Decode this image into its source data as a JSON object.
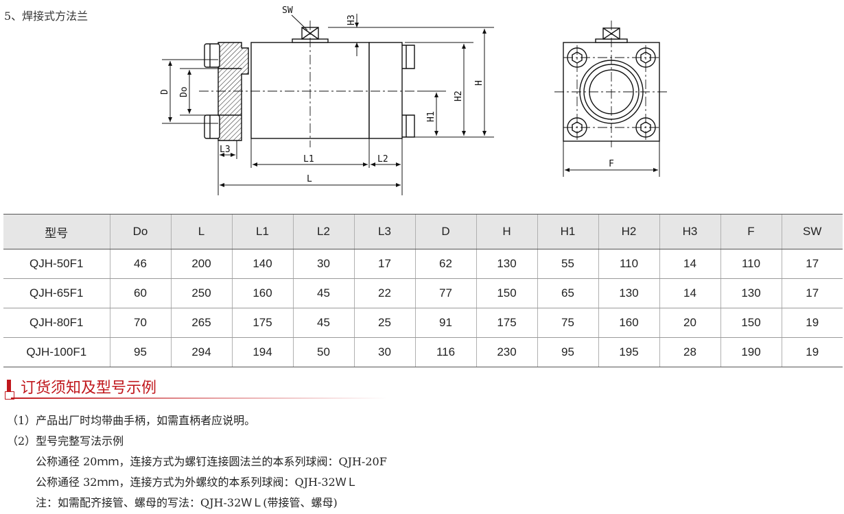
{
  "section_title": "5、焊接式方法兰",
  "drawing_labels": {
    "sw": "SW",
    "h3": "H3",
    "d": "D",
    "do": "Do",
    "h1": "H1",
    "h2": "H2",
    "h": "H",
    "l3": "L3",
    "l1": "L1",
    "l2": "L2",
    "l": "L",
    "f": "F"
  },
  "table": {
    "headers": [
      "型号",
      "Do",
      "L",
      "L1",
      "L2",
      "L3",
      "D",
      "H",
      "H1",
      "H2",
      "H3",
      "F",
      "SW"
    ],
    "rows": [
      [
        "QJH-50F1",
        "46",
        "200",
        "140",
        "30",
        "17",
        "62",
        "130",
        "55",
        "110",
        "14",
        "110",
        "17"
      ],
      [
        "QJH-65F1",
        "60",
        "250",
        "160",
        "45",
        "22",
        "77",
        "150",
        "65",
        "130",
        "14",
        "130",
        "17"
      ],
      [
        "QJH-80F1",
        "70",
        "265",
        "175",
        "45",
        "25",
        "91",
        "175",
        "75",
        "160",
        "20",
        "150",
        "19"
      ],
      [
        "QJH-100F1",
        "95",
        "294",
        "194",
        "50",
        "30",
        "116",
        "230",
        "95",
        "195",
        "28",
        "190",
        "19"
      ]
    ]
  },
  "order_section": {
    "title": "订货须知及型号示例",
    "accent_color": "#c0171c",
    "notes": [
      "（1）产品出厂时均带曲手柄，如需直柄者应说明。",
      "（2）型号完整写法示例",
      "公称通径 20ｍｍ，连接方式为螺钉连接圆法兰的本系列球阀：QJH-20F",
      "公称通径 32ｍｍ，连接方式为外螺纹的本系列球阀：QJH-32ＷＬ",
      "注：如需配齐接管、螺母的写法：QJH-32ＷＬ(带接管、螺母)"
    ]
  }
}
